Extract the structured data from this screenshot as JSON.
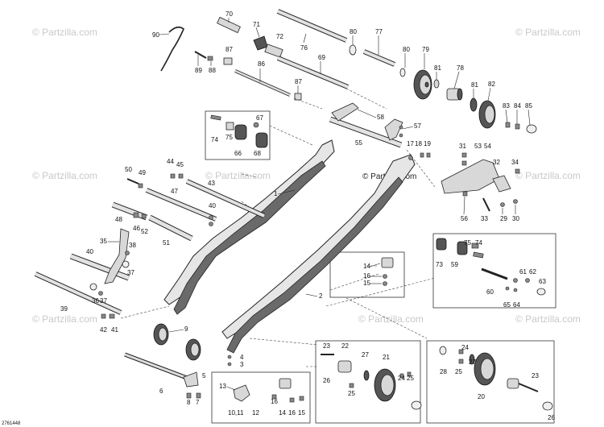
{
  "watermark": {
    "text": "© Partzilla.com",
    "center_text": "© Partzilla.com"
  },
  "diagram_id": "2761448",
  "callouts": {
    "c70": "70",
    "c71": "71",
    "c72": "72",
    "c76": "76",
    "c80": "80",
    "c77": "77",
    "c90": "90",
    "c87a": "87",
    "c89": "89",
    "c88": "88",
    "c86": "86",
    "c69": "69",
    "c87b": "87",
    "c80b": "80",
    "c79": "79",
    "c78": "78",
    "c81a": "81",
    "c81b": "81",
    "c82": "82",
    "c83": "83",
    "c84": "84",
    "c85": "85",
    "c58": "58",
    "c57": "57",
    "c55": "55",
    "c67": "67",
    "c75a": "75",
    "c74a": "74",
    "c66": "66",
    "c68": "68",
    "c1": "1",
    "c17": "17",
    "c18": "18",
    "c19": "19",
    "c31": "31",
    "c53": "53",
    "c54": "54",
    "c32": "32",
    "c34": "34",
    "c56": "56",
    "c33": "33",
    "c29": "29",
    "c30": "30",
    "c50": "50",
    "c49": "49",
    "c44": "44",
    "c45": "45",
    "c43": "43",
    "c47": "47",
    "c40": "40",
    "c48": "48",
    "c46": "46",
    "c52": "52",
    "c35": "35",
    "c38": "38",
    "c51": "51",
    "c37a": "37",
    "c40b": "40",
    "c36": "36",
    "c37b": "37",
    "c39": "39",
    "c42": "42",
    "c41": "41",
    "c14a": "14",
    "c16a": "16",
    "c15a": "15",
    "c75b": "75",
    "c74b": "74",
    "c73": "73",
    "c59": "59",
    "c61": "61",
    "c62": "62",
    "c60": "60",
    "c63": "63",
    "c65": "65",
    "c64": "64",
    "c2": "2",
    "c9": "9",
    "c3": "3",
    "c4": "4",
    "c5": "5",
    "c6": "6",
    "c7": "7",
    "c8": "8",
    "c13": "13",
    "c1011": "10,11",
    "c12": "12",
    "c16b": "16",
    "c14b": "14",
    "c15b": "15",
    "c16c": "16",
    "c23a": "23",
    "c22": "22",
    "c27a": "27",
    "c21": "21",
    "c26a": "26",
    "c25a": "25",
    "c24a": "24",
    "c25b": "25",
    "c28": "28",
    "c24b": "24",
    "c25c": "25",
    "c27b": "27",
    "c23b": "23",
    "c20": "20",
    "c26b": "26"
  }
}
